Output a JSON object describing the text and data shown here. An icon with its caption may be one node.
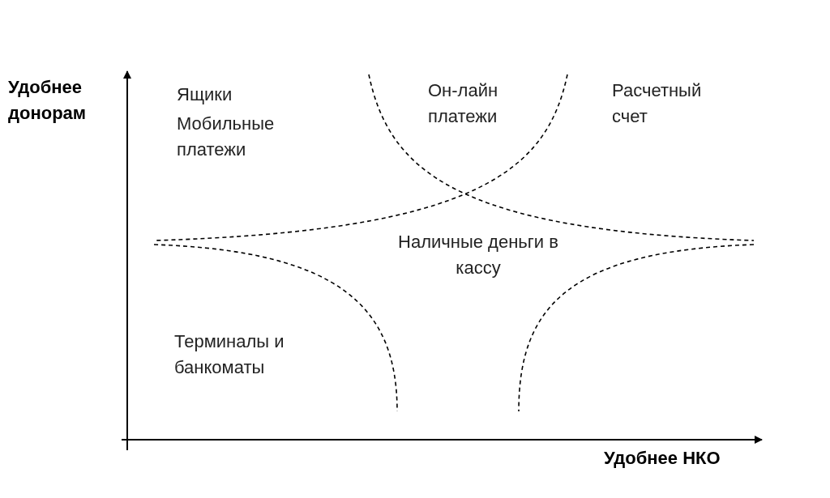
{
  "diagram": {
    "labels": [
      "Удобнее донорам",
      "Ящики",
      "Мобильные платежи",
      "Он-лайн платежи",
      "Расчетный счет",
      "Наличные деньги в кассу",
      "Терминалы и банкоматы",
      "Удобнее НКО"
    ]
  }
}
